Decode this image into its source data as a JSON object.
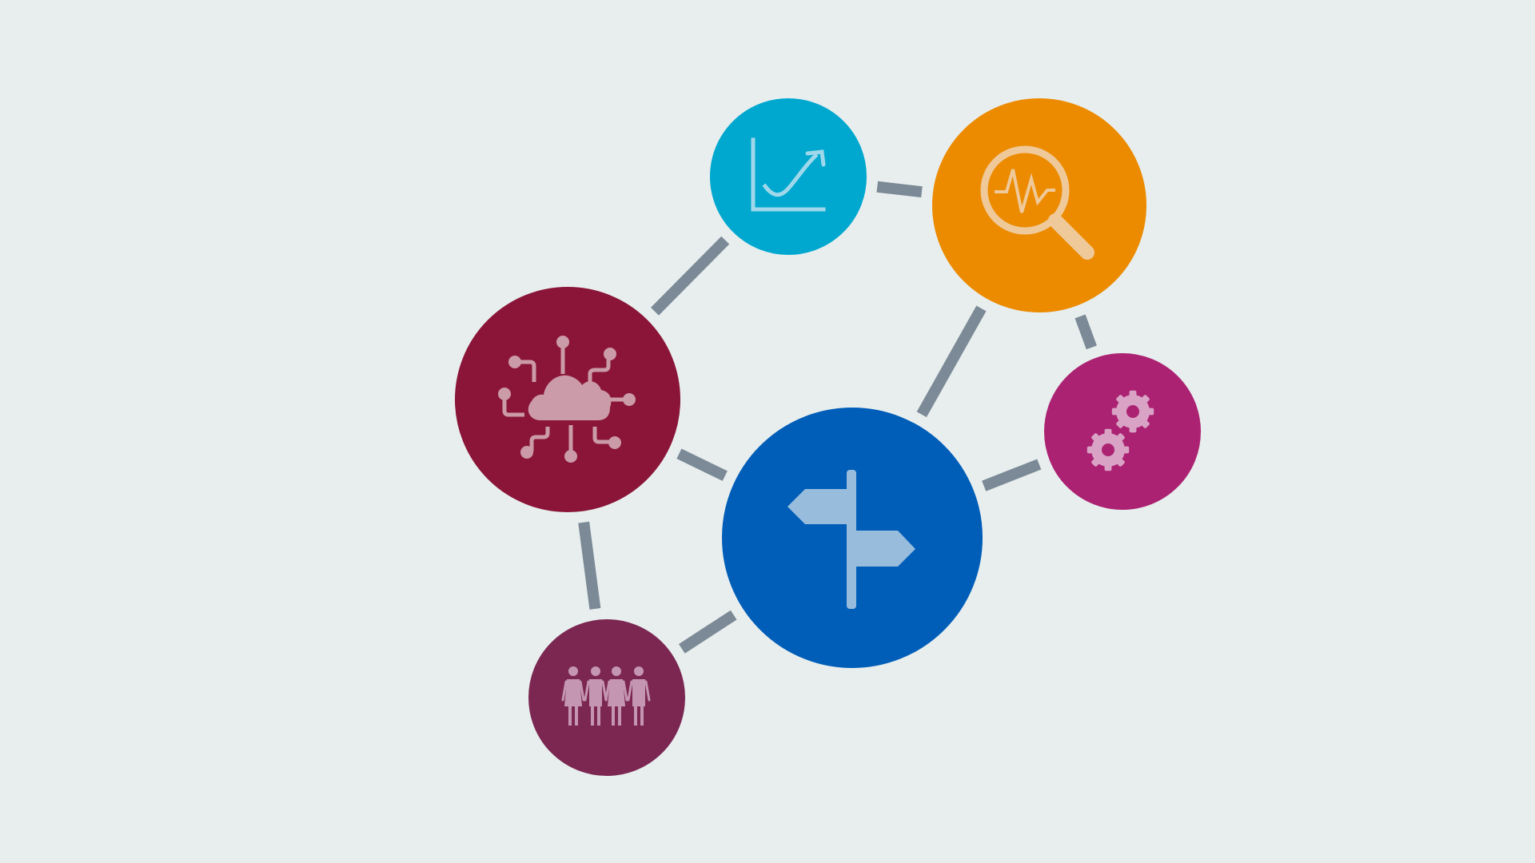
{
  "diagram": {
    "background": "#e8eeee",
    "connector_color": "#7b8a96",
    "icon_light": "#ffffff",
    "nodes": [
      {
        "id": "chart",
        "icon": "line-chart-icon",
        "color": "#00a8cf"
      },
      {
        "id": "analysis",
        "icon": "magnifier-pulse-icon",
        "color": "#ec8b00"
      },
      {
        "id": "cloud",
        "icon": "cloud-network-icon",
        "color": "#8a1538"
      },
      {
        "id": "gears",
        "icon": "gears-icon",
        "color": "#ac2272"
      },
      {
        "id": "direction",
        "icon": "signpost-icon",
        "color": "#005eb8"
      },
      {
        "id": "people",
        "icon": "people-group-icon",
        "color": "#7b2752"
      }
    ],
    "connections": [
      [
        "chart",
        "analysis"
      ],
      [
        "chart",
        "cloud"
      ],
      [
        "analysis",
        "direction"
      ],
      [
        "analysis",
        "gears"
      ],
      [
        "cloud",
        "direction"
      ],
      [
        "cloud",
        "people"
      ],
      [
        "direction",
        "gears"
      ],
      [
        "direction",
        "people"
      ]
    ]
  }
}
